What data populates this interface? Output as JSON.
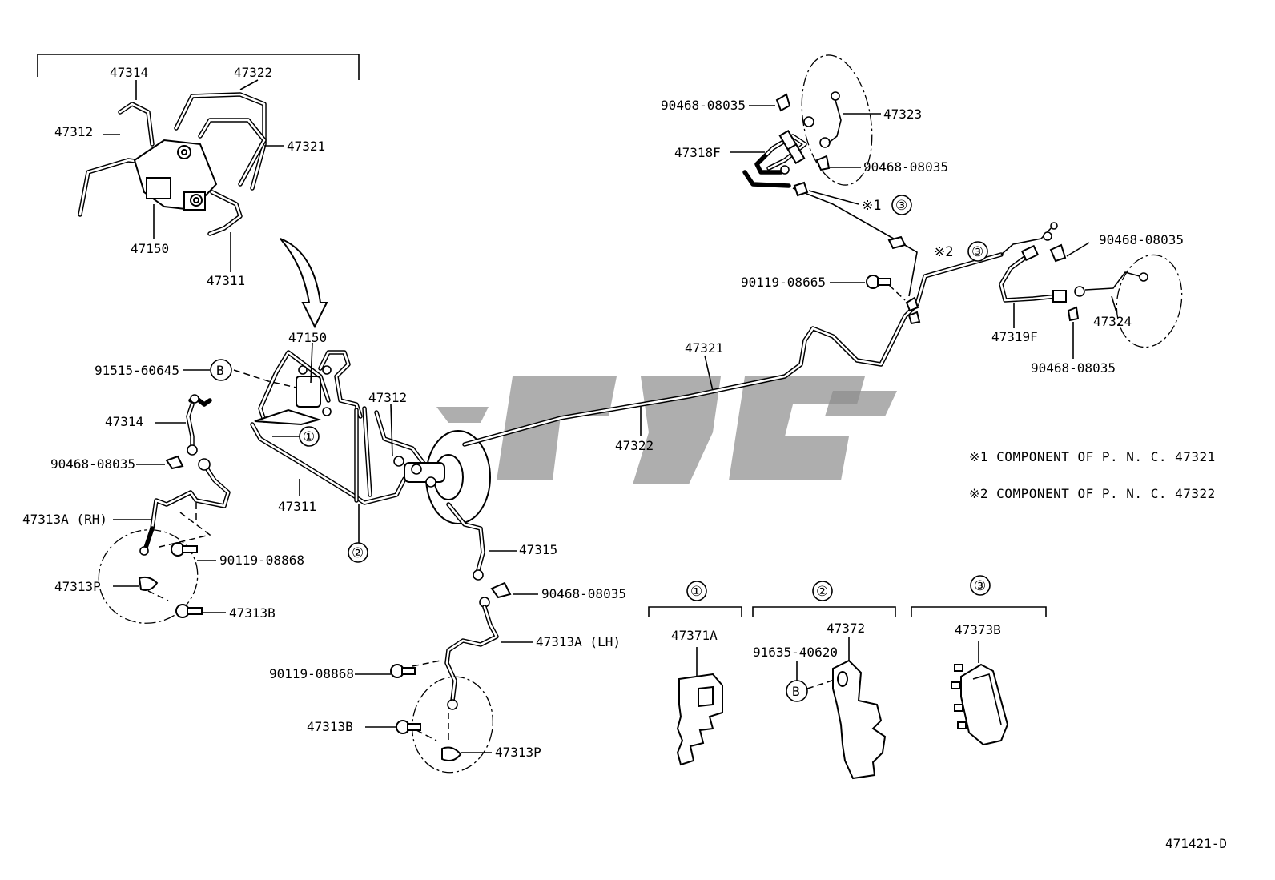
{
  "labels": {
    "p47314_top": "47314",
    "p47322_top": "47322",
    "p47312_top": "47312",
    "p47321_top": "47321",
    "p47150_top": "47150",
    "p47311_top": "47311",
    "p47150_mid": "47150",
    "p91515": "91515-60645",
    "p47314_left": "47314",
    "p90468_left": "90468-08035",
    "p47313a_rh": "47313A (RH)",
    "p90119_left": "90119-08868",
    "p47313p_left": "47313P",
    "p47313b_left": "47313B",
    "p47312_mid": "47312",
    "p47311_mid": "47311",
    "p47321_mid": "47321",
    "p47322_mid": "47322",
    "p47315": "47315",
    "p90468_lh": "90468-08035",
    "p47313a_lh": "47313A (LH)",
    "p90119_lh": "90119-08868",
    "p47313b_lh": "47313B",
    "p47313p_lh": "47313P",
    "p90468_tr1": "90468-08035",
    "p47323": "47323",
    "p47318f": "47318F",
    "p90468_tr2": "90468-08035",
    "p90119_08665": "90119-08665",
    "p90468_r1": "90468-08035",
    "p47319f": "47319F",
    "p47324": "47324",
    "p90468_r2": "90468-08035",
    "p47371a": "47371A",
    "p47372": "47372",
    "p91635": "91635-40620",
    "p47373b": "47373B",
    "ref_b": "B"
  },
  "markers": {
    "c1": "①",
    "c2": "②",
    "c3": "③",
    "star1_ref": "※1",
    "star2_ref": "※2"
  },
  "notes": {
    "note1": "※1 COMPONENT  OF  P. N. C. 47321",
    "note2": "※2 COMPONENT  OF  P. N. C. 47322"
  },
  "figure_id": "471421-D"
}
